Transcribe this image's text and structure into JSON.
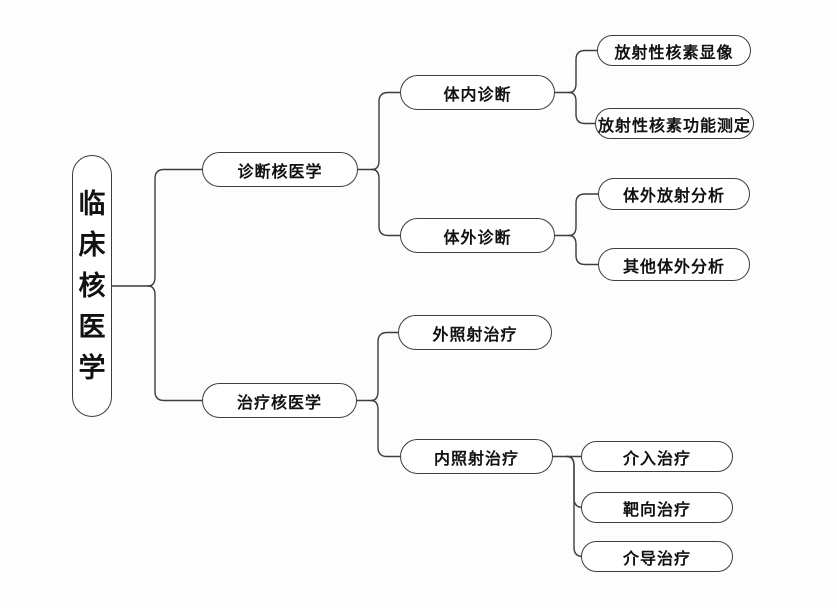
{
  "diagram": {
    "title": "临床核医学",
    "root": {
      "id": "root",
      "label": "临床核医学"
    },
    "nodes": [
      {
        "id": "diagnosis",
        "label": "诊断核医学",
        "parent": "root"
      },
      {
        "id": "therapy",
        "label": "治疗核医学",
        "parent": "root"
      },
      {
        "id": "invivo",
        "label": "体内诊断",
        "parent": "diagnosis"
      },
      {
        "id": "invitro",
        "label": "体外诊断",
        "parent": "diagnosis"
      },
      {
        "id": "imaging",
        "label": "放射性核素显像",
        "parent": "invivo"
      },
      {
        "id": "function",
        "label": "放射性核素功能测定",
        "parent": "invivo"
      },
      {
        "id": "radioassay",
        "label": "体外放射分析",
        "parent": "invitro"
      },
      {
        "id": "otherassay",
        "label": "其他体外分析",
        "parent": "invitro"
      },
      {
        "id": "external",
        "label": "外照射治疗",
        "parent": "therapy"
      },
      {
        "id": "internal",
        "label": "内照射治疗",
        "parent": "therapy"
      },
      {
        "id": "interventional",
        "label": "介入治疗",
        "parent": "internal"
      },
      {
        "id": "targeted",
        "label": "靶向治疗",
        "parent": "internal"
      },
      {
        "id": "mediated",
        "label": "介导治疗",
        "parent": "internal"
      }
    ],
    "colors": {
      "background": "#fdfdfd",
      "node_fill": "#ffffff",
      "node_border": "#3d3d3d",
      "connector": "#3d3d3d",
      "text": "#111111"
    }
  }
}
